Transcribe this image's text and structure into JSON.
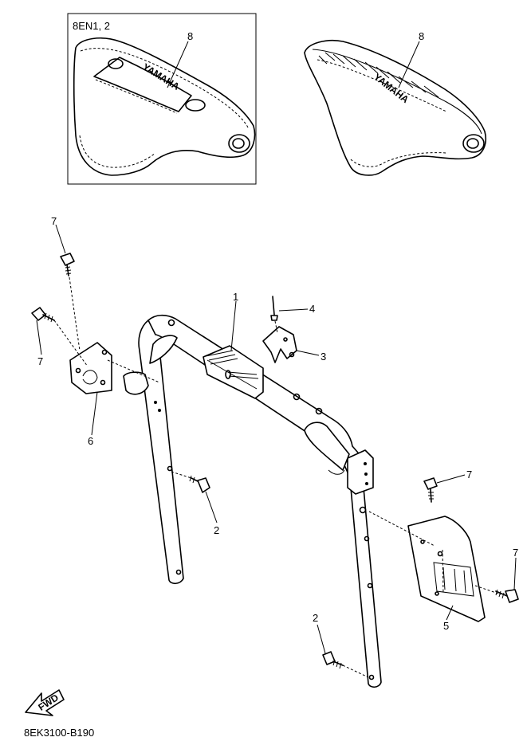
{
  "inset": {
    "label": "8EN1, 2"
  },
  "brand_text": "YAMAHA",
  "callouts": {
    "seat_inset": "8",
    "seat_main": "8",
    "handle_pole": "1",
    "pin": "4",
    "clip": "3",
    "bolt_top_left": "7",
    "bolt_left": "7",
    "bracket": "6",
    "bolt_mid": "2",
    "bolt_right_top": "7",
    "bolt_right": "7",
    "plate": "5",
    "bolt_bottom": "2"
  },
  "fwd_label": "FWD",
  "figure_code": "8EK3100-B190"
}
